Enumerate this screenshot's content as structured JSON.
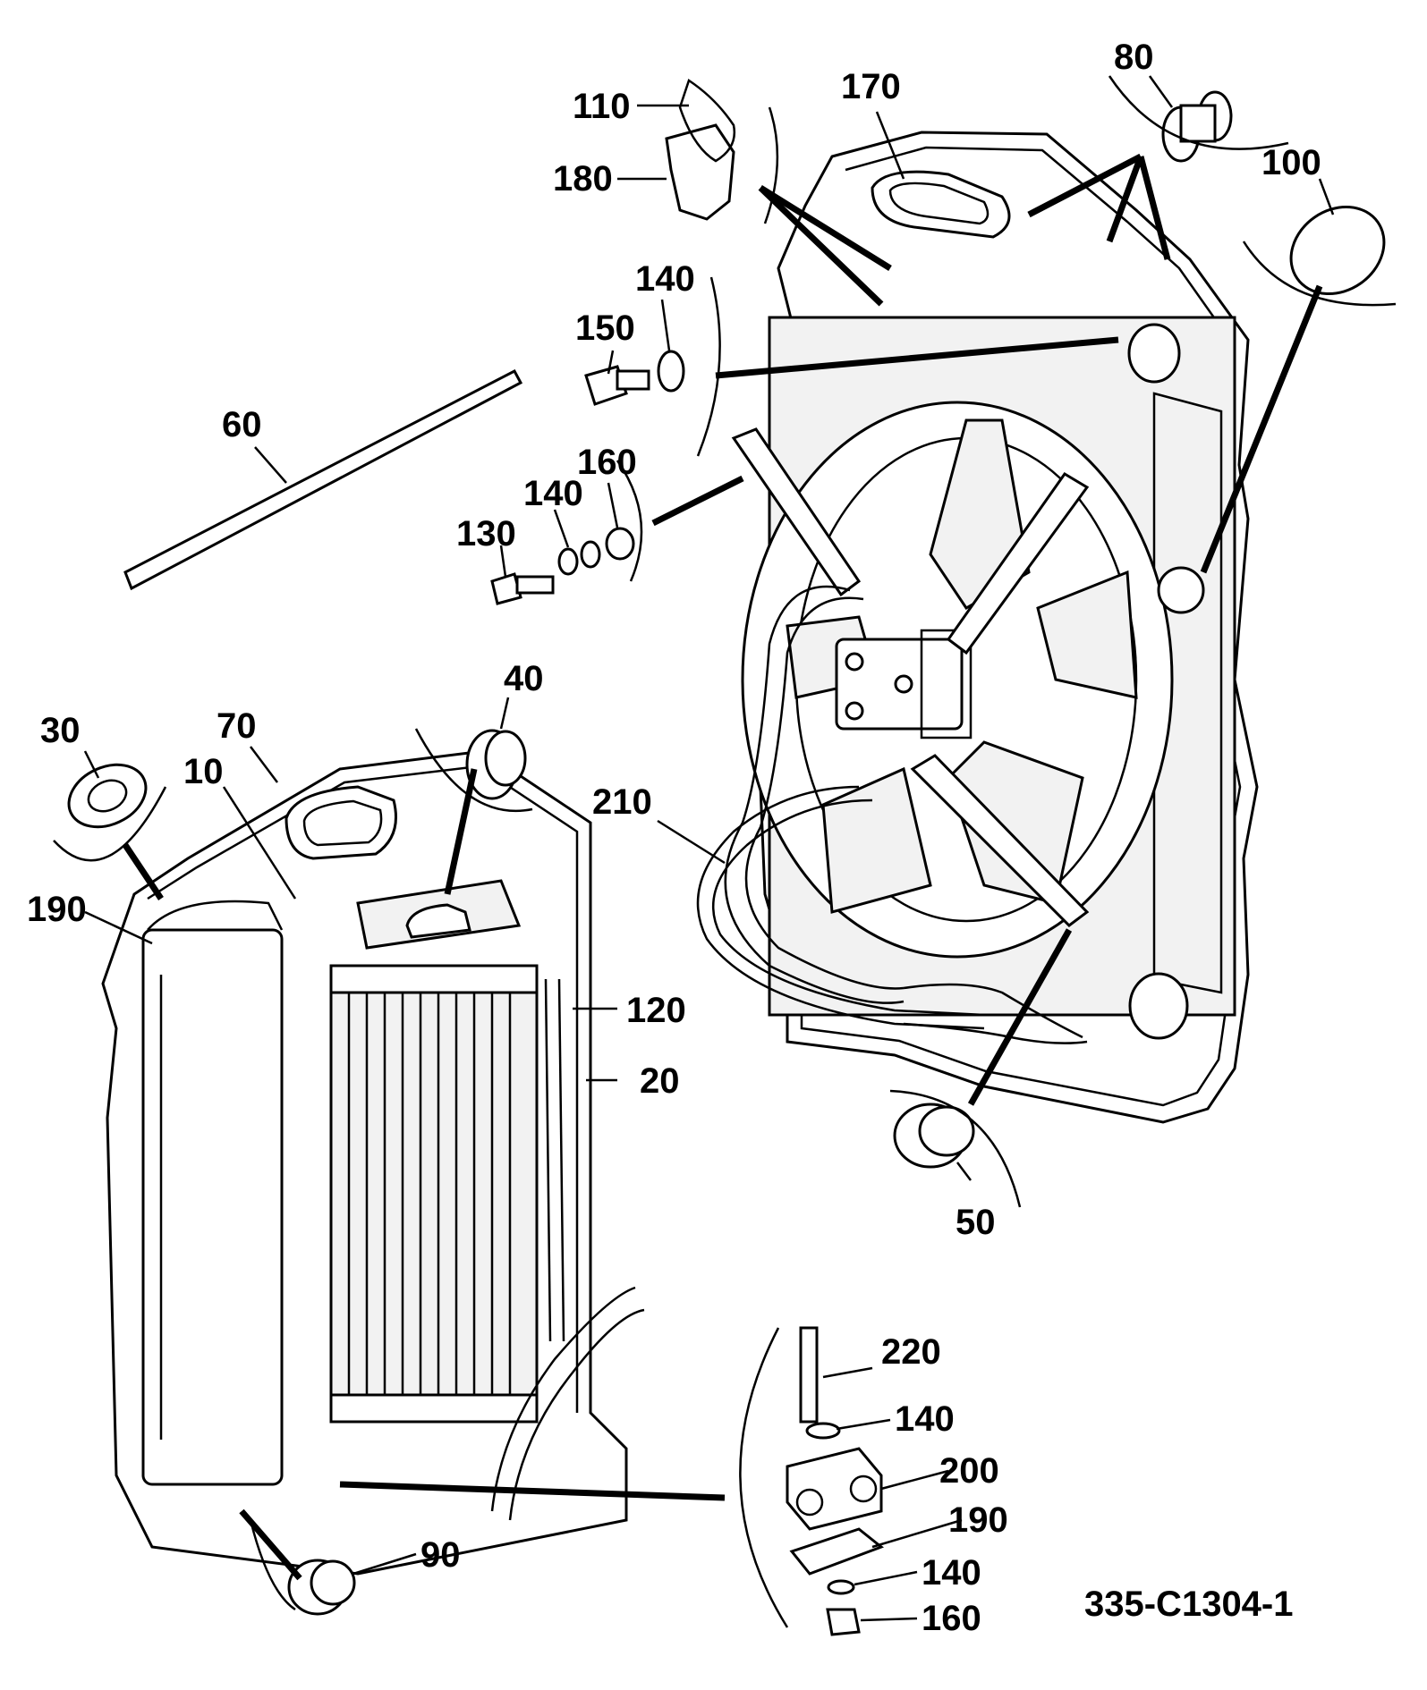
{
  "drawing_reference": "335-C1304-1",
  "callouts": [
    {
      "label": "110"
    },
    {
      "label": "180"
    },
    {
      "label": "170"
    },
    {
      "label": "80"
    },
    {
      "label": "100"
    },
    {
      "label": "140"
    },
    {
      "label": "150"
    },
    {
      "label": "60"
    },
    {
      "label": "160"
    },
    {
      "label": "140"
    },
    {
      "label": "130"
    },
    {
      "label": "40"
    },
    {
      "label": "30"
    },
    {
      "label": "70"
    },
    {
      "label": "10"
    },
    {
      "label": "210"
    },
    {
      "label": "190"
    },
    {
      "label": "120"
    },
    {
      "label": "20"
    },
    {
      "label": "50"
    },
    {
      "label": "220"
    },
    {
      "label": "140"
    },
    {
      "label": "200"
    },
    {
      "label": "190"
    },
    {
      "label": "140"
    },
    {
      "label": "160"
    },
    {
      "label": "90"
    }
  ]
}
